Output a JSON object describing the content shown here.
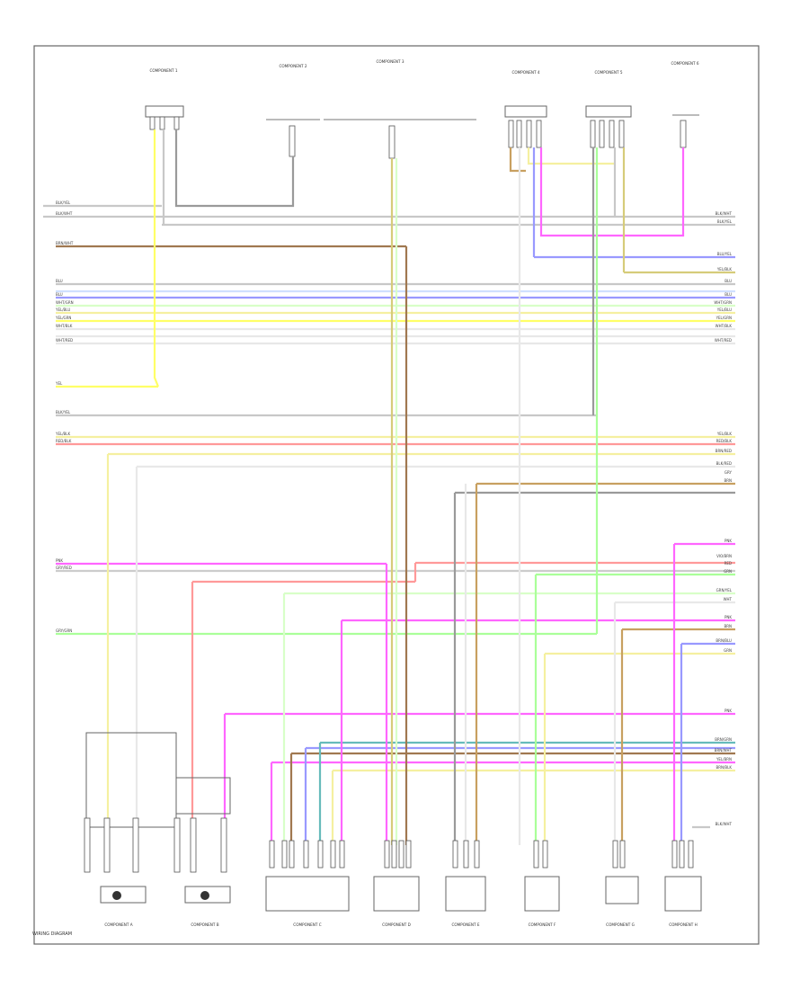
{
  "colors": {
    "gray": "#c8c8c8",
    "dark_gray": "#9a9a9a",
    "yellow": "#ffff66",
    "light_yellow": "#f5f0a0",
    "blue": "#9999ff",
    "light_blue": "#cfe0ff",
    "pink": "#ff66ff",
    "red": "#ff9999",
    "green": "#aaff99",
    "light_green": "#d8ffc8",
    "tan": "#c8a060",
    "olive": "#d6cc7a",
    "brown": "#a07850",
    "teal": "#66bbbb",
    "white_wire": "#e8e8e8"
  },
  "top_components": [
    {
      "name": "COMPONENT 1"
    },
    {
      "name": "COMPONENT 2"
    },
    {
      "name": "COMPONENT 3"
    },
    {
      "name": "COMPONENT 4"
    },
    {
      "name": "COMPONENT 5"
    },
    {
      "name": "COMPONENT 6"
    }
  ],
  "bottom_components": [
    {
      "name": "COMPONENT A"
    },
    {
      "name": "COMPONENT B"
    },
    {
      "name": "COMPONENT C"
    },
    {
      "name": "COMPONENT D"
    },
    {
      "name": "COMPONENT E"
    },
    {
      "name": "COMPONENT F"
    },
    {
      "name": "COMPONENT G"
    },
    {
      "name": "COMPONENT H"
    }
  ],
  "left_rows": [
    {
      "code": "BLK/YEL"
    },
    {
      "code": "BLK/WHT"
    },
    {
      "code": "BRN/WHT"
    },
    {
      "code": "BLU"
    },
    {
      "code": "BLU"
    },
    {
      "code": "WHT/GRN"
    },
    {
      "code": "YEL/BLU"
    },
    {
      "code": "YEL/GRN"
    },
    {
      "code": "WHT/BLK"
    },
    {
      "code": "WHT/RED"
    },
    {
      "code": "YEL"
    },
    {
      "code": "BLK/YEL"
    },
    {
      "code": "YEL/BLK"
    },
    {
      "code": "RED/BLK"
    },
    {
      "code": "PNK"
    },
    {
      "code": "GRY/RED"
    },
    {
      "code": "GRY/GRN"
    }
  ],
  "right_rows": [
    {
      "code": "BLK/WHT"
    },
    {
      "code": "BLK/YEL"
    },
    {
      "code": "BLU/YEL"
    },
    {
      "code": "YEL/BLK"
    },
    {
      "code": "BLU"
    },
    {
      "code": "BLU"
    },
    {
      "code": "WHT/GRN"
    },
    {
      "code": "YEL/BLU"
    },
    {
      "code": "YEL/GRN"
    },
    {
      "code": "WHT/BLK"
    },
    {
      "code": "WHT/RED"
    },
    {
      "code": "YEL/BLK"
    },
    {
      "code": "RED/BLK"
    },
    {
      "code": "BRN/RED"
    },
    {
      "code": "BLK/RED"
    },
    {
      "code": "GRY"
    },
    {
      "code": "BRN"
    },
    {
      "code": "PNK"
    },
    {
      "code": "VIO/BRN"
    },
    {
      "code": "RED"
    },
    {
      "code": "GRN"
    },
    {
      "code": "GRN/YEL"
    },
    {
      "code": "WHT"
    },
    {
      "code": "PNK"
    },
    {
      "code": "BRN"
    },
    {
      "code": "BRN/BLU"
    },
    {
      "code": "GRN"
    },
    {
      "code": "PNK"
    },
    {
      "code": "BRN/GRN"
    },
    {
      "code": "BRN/WHT"
    },
    {
      "code": "YEL/BRN"
    },
    {
      "code": "BRN/BLK"
    },
    {
      "code": "BLK/WHT"
    }
  ],
  "reference": "WIRING DIAGRAM"
}
